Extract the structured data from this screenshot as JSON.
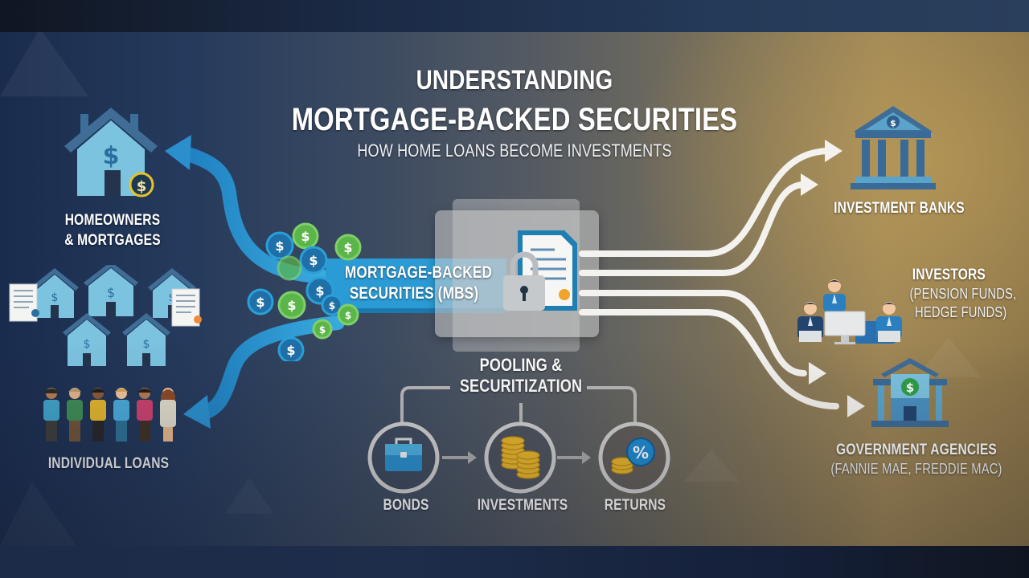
{
  "header": {
    "title_line1": "UNDERSTANDING",
    "title_line2": "MORTGAGE-BACKED SECURITIES",
    "subtitle": "HOW HOME LOANS BECOME INVESTMENTS"
  },
  "left": {
    "homeowners_line1": "HOMEOWNERS",
    "homeowners_line2": "& MORTGAGES",
    "individual_loans": "INDIVIDUAL LOANS",
    "house_icon": "house-dollar-icon",
    "people_count": 6
  },
  "center": {
    "mbs_line1": "MORTGAGE-BACKED",
    "mbs_line2": "SECURITIES (MBS)",
    "pool_line1": "POOLING &",
    "pool_line2": "SECURITIZATION",
    "steps": [
      {
        "label": "BONDS",
        "icon": "briefcase-icon"
      },
      {
        "label": "INVESTMENTS",
        "icon": "coin-stacks-icon"
      },
      {
        "label": "RETURNS",
        "icon": "percent-coins-icon"
      }
    ]
  },
  "right": {
    "investment_banks": "INVESTMENT BANKS",
    "investors_line1": "INVESTORS",
    "investors_line2": "(PENSION FUNDS,",
    "investors_line3": "HEDGE FUNDS)",
    "gov_line1": "GOVERNMENT AGENCIES",
    "gov_line2": "(FANNIE MAE, FREDDIE MAC)"
  },
  "colors": {
    "accent_blue": "#2a9bd4",
    "house_blue": "#7cc3e0",
    "coin_green": "#5bb548",
    "coin_blue": "#1f6fa8",
    "gold": "#e8b52a"
  }
}
